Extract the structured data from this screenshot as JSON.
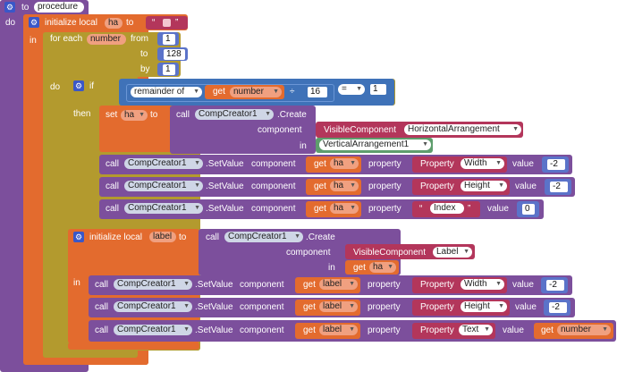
{
  "proc": {
    "to": "to",
    "name": "procedure",
    "do": "do"
  },
  "init_ha": {
    "label": "initialize local",
    "var": "ha",
    "to": "to",
    "in": "in",
    "value_quote_l": "“",
    "value_quote_r": "”"
  },
  "foreach": {
    "label": "for each",
    "var": "number",
    "from": "from",
    "from_val": "1",
    "to": "to",
    "to_val": "128",
    "by": "by",
    "by_val": "1",
    "do": "do"
  },
  "if_block": {
    "if": "if",
    "then": "then",
    "remainder": "remainder of",
    "get": "get",
    "get_var": "number",
    "plus": "÷",
    "divisor": "16",
    "eq": "=",
    "eq_val": "1"
  },
  "set_ha": {
    "set": "set",
    "var": "ha",
    "to": "to",
    "call": "call",
    "comp": "CompCreator1",
    "create": ".Create",
    "component": "component",
    "in": "in",
    "visible": "VisibleComponent",
    "arrangement": "HorizontalArrangement",
    "vertical": "VerticalArrangement1"
  },
  "rows1": [
    {
      "call": "call",
      "comp": "CompCreator1",
      "method": ".SetValue",
      "component": "component",
      "get": "get",
      "var": "ha",
      "property": "property",
      "prop_kind": "Property",
      "prop": "Width",
      "value": "value",
      "val": "-2"
    },
    {
      "call": "call",
      "comp": "CompCreator1",
      "method": ".SetValue",
      "component": "component",
      "get": "get",
      "var": "ha",
      "property": "property",
      "prop_kind": "Property",
      "prop": "Height",
      "value": "value",
      "val": "-2"
    },
    {
      "call": "call",
      "comp": "CompCreator1",
      "method": ".SetValue",
      "component": "component",
      "get": "get",
      "var": "ha",
      "property": "property",
      "text_l": "“",
      "text": "Index",
      "text_r": "”",
      "value": "value",
      "val": "0"
    }
  ],
  "init_label": {
    "label": "initialize local",
    "var": "label",
    "to": "to",
    "call": "call",
    "comp": "CompCreator1",
    "create": ".Create",
    "component": "component",
    "visible": "VisibleComponent",
    "kind": "Label",
    "in": "in",
    "get": "get",
    "get_var": "ha",
    "in_kw": "in"
  },
  "rows2": [
    {
      "call": "call",
      "comp": "CompCreator1",
      "method": ".SetValue",
      "component": "component",
      "get": "get",
      "var": "label",
      "property": "property",
      "prop_kind": "Property",
      "prop": "Width",
      "value": "value",
      "val": "-2"
    },
    {
      "call": "call",
      "comp": "CompCreator1",
      "method": ".SetValue",
      "component": "component",
      "get": "get",
      "var": "label",
      "property": "property",
      "prop_kind": "Property",
      "prop": "Height",
      "value": "value",
      "val": "-2"
    },
    {
      "call": "call",
      "comp": "CompCreator1",
      "method": ".SetValue",
      "component": "component",
      "get": "get",
      "var": "label",
      "property": "property",
      "prop_kind": "Property",
      "prop": "Text",
      "value": "value",
      "get2": "get",
      "var2": "number"
    }
  ],
  "colors": {
    "proc": "#7c4f9c",
    "local": "#e36b2e",
    "control": "#b39a2e",
    "math": "#3f72b8",
    "text": "#b3365b",
    "get": "#e36b2e",
    "component": "#7c4f9c",
    "logic": "#5e9d6d"
  }
}
